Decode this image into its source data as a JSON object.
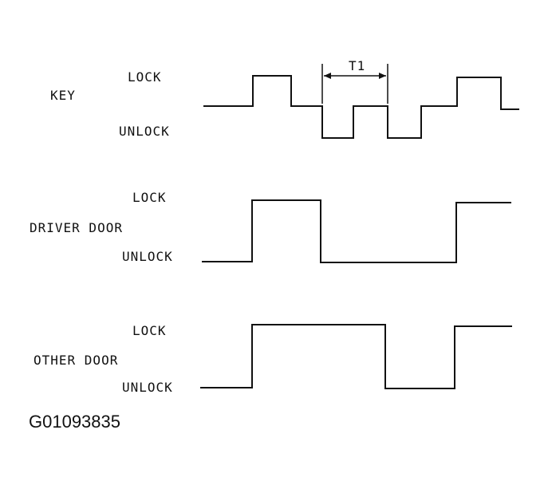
{
  "timing_diagram": {
    "rows": [
      {
        "name": "KEY",
        "high_label": "LOCK",
        "low_label": "UNLOCK",
        "levels": [
          "neutral",
          "lock",
          "neutral",
          "unlock",
          "neutral",
          "unlock",
          "neutral",
          "lock",
          "neutral"
        ]
      },
      {
        "name": "DRIVER DOOR",
        "high_label": "LOCK",
        "low_label": "UNLOCK",
        "levels": [
          "unlock",
          "lock",
          "unlock",
          "lock"
        ]
      },
      {
        "name": "OTHER DOOR",
        "high_label": "LOCK",
        "low_label": "UNLOCK",
        "levels": [
          "unlock",
          "lock",
          "unlock",
          "lock"
        ]
      }
    ],
    "interval_label": "T1",
    "figure_id": "G01093835"
  }
}
